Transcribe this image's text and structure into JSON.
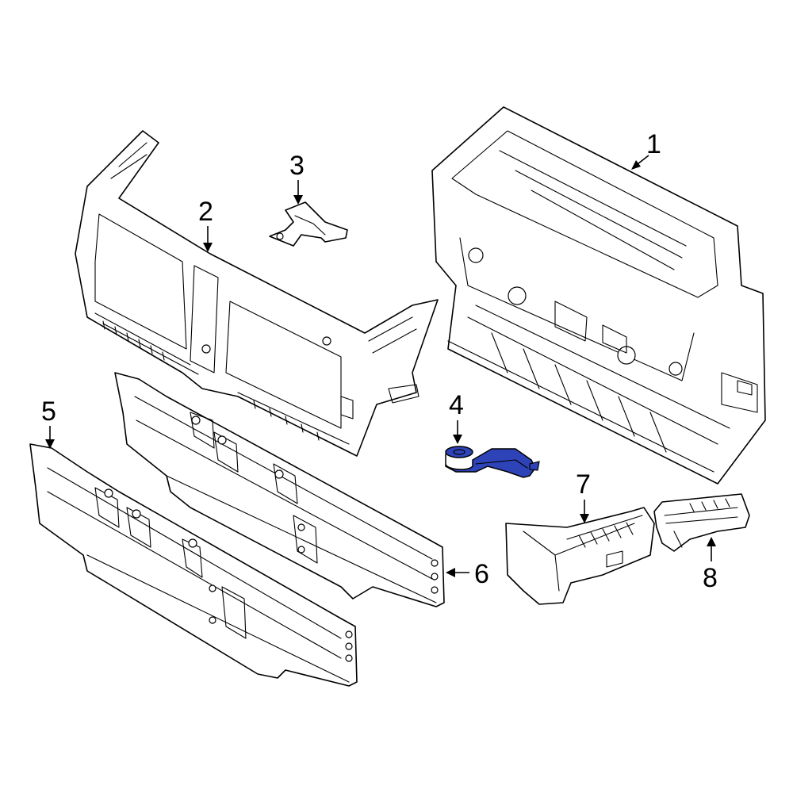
{
  "diagram": {
    "type": "exploded-parts-diagram",
    "highlight_color": "#2e43b8",
    "line_color": "#000000",
    "background": "#ffffff",
    "callouts": [
      {
        "label": "1",
        "part": "radiator-support-panel"
      },
      {
        "label": "2",
        "part": "upper-radiator-support-frame"
      },
      {
        "label": "3",
        "part": "bracket-clip"
      },
      {
        "label": "4",
        "part": "highlighted-mounting-bracket",
        "highlighted": true
      },
      {
        "label": "5",
        "part": "front-bumper-reinforcement"
      },
      {
        "label": "6",
        "part": "lower-impact-bar"
      },
      {
        "label": "7",
        "part": "left-air-duct"
      },
      {
        "label": "8",
        "part": "right-air-duct"
      }
    ]
  }
}
